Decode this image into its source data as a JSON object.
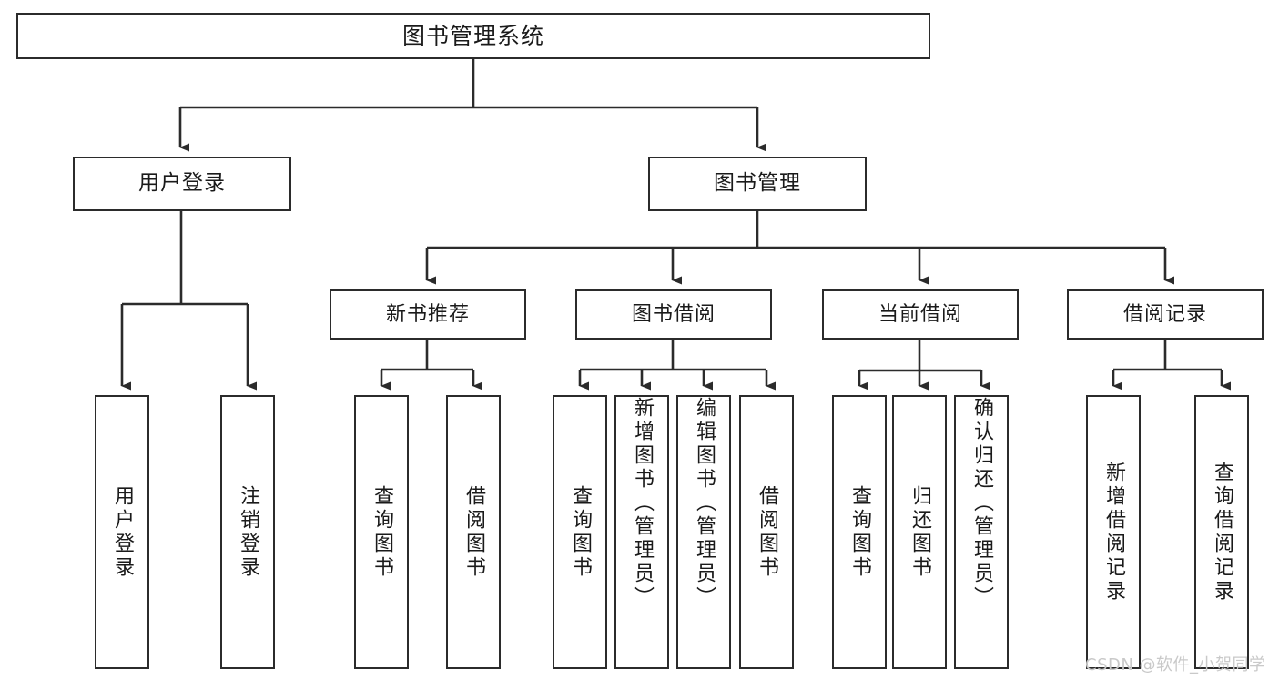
{
  "diagram": {
    "type": "hierarchy-tree",
    "title": "图书管理系统",
    "watermark": "CSDN @软件_小贺同学",
    "colors": {
      "stroke": "#2b2b2b",
      "fill": "#ffffff",
      "text": "#1a1a1a",
      "watermark": "#c9c9c9"
    },
    "nodes": {
      "root": {
        "label": "图书管理系统",
        "level": 1
      },
      "l2": [
        {
          "id": "user-login",
          "label": "用户登录"
        },
        {
          "id": "book-manage",
          "label": "图书管理"
        }
      ],
      "l3": [
        {
          "id": "new-book-recommend",
          "label": "新书推荐"
        },
        {
          "id": "book-borrow",
          "label": "图书借阅"
        },
        {
          "id": "current-borrow",
          "label": "当前借阅"
        },
        {
          "id": "borrow-record",
          "label": "借阅记录"
        }
      ],
      "leaves": {
        "user-login": [
          {
            "id": "leaf-user-login",
            "label": "用户登录"
          },
          {
            "id": "leaf-logout-login",
            "label": "注销登录"
          }
        ],
        "new-book-recommend": [
          {
            "id": "leaf-query-book-1",
            "label": "查询图书"
          },
          {
            "id": "leaf-borrow-book-1",
            "label": "借阅图书"
          }
        ],
        "book-borrow": [
          {
            "id": "leaf-query-book-2",
            "label": "查询图书"
          },
          {
            "id": "leaf-add-book-admin",
            "label": "新增图书（管理员）"
          },
          {
            "id": "leaf-edit-book-admin",
            "label": "编辑图书（管理员）"
          },
          {
            "id": "leaf-borrow-book-2",
            "label": "借阅图书"
          }
        ],
        "current-borrow": [
          {
            "id": "leaf-query-book-3",
            "label": "查询图书"
          },
          {
            "id": "leaf-return-book",
            "label": "归还图书"
          },
          {
            "id": "leaf-confirm-return-admin",
            "label": "确认归还（管理员）"
          }
        ],
        "borrow-record": [
          {
            "id": "leaf-add-borrow-record",
            "label": "新增借阅记录"
          },
          {
            "id": "leaf-query-borrow-record",
            "label": "查询借阅记录"
          }
        ]
      }
    }
  }
}
